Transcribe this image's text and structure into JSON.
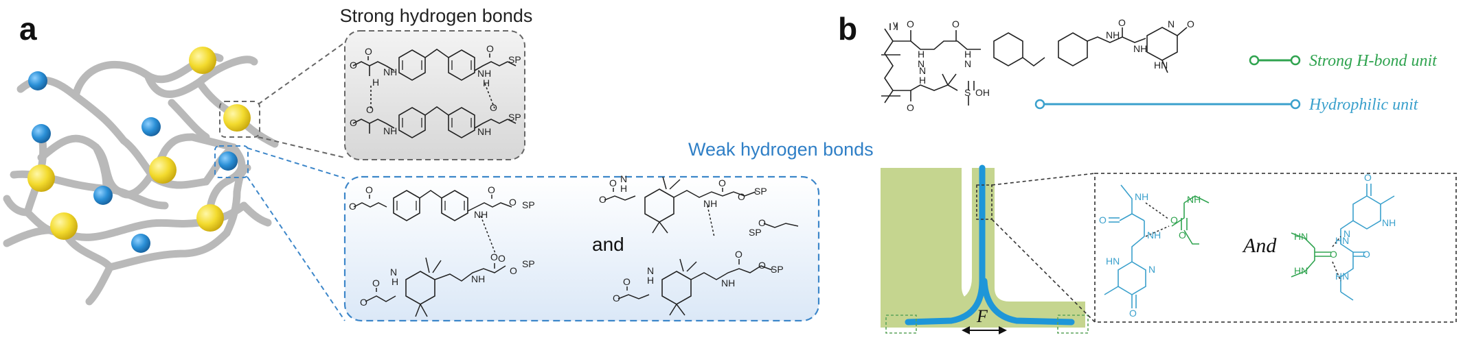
{
  "panel_a": {
    "label": "a",
    "strong_title": "Strong hydrogen bonds",
    "weak_title": "Weak hydrogen bonds",
    "and_word": "and",
    "atoms": {
      "nh": "NH",
      "h": "H",
      "o": "O",
      "n": "N",
      "sp": "SP"
    },
    "colors": {
      "yellow": "#f3db2e",
      "blue": "#2a8fd6",
      "chain": "#b9b9b9",
      "weak_border": "#3c86c9",
      "weak_title": "#2f7fc6"
    }
  },
  "panel_b": {
    "label": "b",
    "strong_unit": "Strong H-bond unit",
    "hydrophilic_unit": "Hydrophilic unit",
    "and_word": "And",
    "force": "F",
    "atoms": {
      "nh": "NH",
      "hn": "HN",
      "h": "H",
      "n": "N",
      "o": "O",
      "y": "y",
      "s": "S",
      "oh": "OH"
    },
    "colors": {
      "green": "#2fa34f",
      "cyan": "#3aa0cc",
      "band": "#c5d58f"
    }
  }
}
